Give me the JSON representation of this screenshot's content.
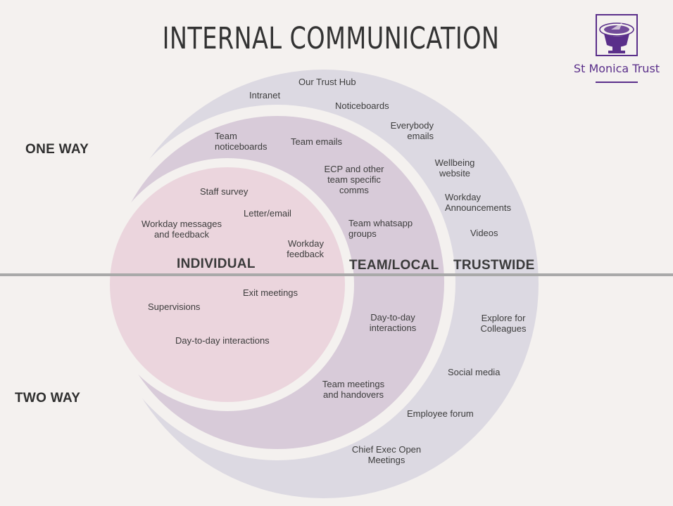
{
  "title": "INTERNAL COMMUNICATION",
  "side_labels": {
    "one_way": "ONE WAY",
    "two_way": "TWO WAY"
  },
  "zones": {
    "individual": "INDIVIDUAL",
    "team_local": "TEAM/LOCAL",
    "trustwide": "TRUSTWIDE"
  },
  "brand": {
    "name": "St Monica Trust",
    "logo_icon": "sundial-logo-icon",
    "color": "#5a2f8a"
  },
  "colors": {
    "background": "#f4f1ef",
    "trustwide_ring": "#dcd9e2",
    "team_ring": "#d8cbd9",
    "individual_circle": "#ebd5dd",
    "divider": "#a9a9a9",
    "gap": "#f4f1ef"
  },
  "items": {
    "our_trust_hub": "Our Trust Hub",
    "intranet": "Intranet",
    "noticeboards": "Noticeboards",
    "everybody_emails": [
      "Everybody",
      "emails"
    ],
    "team_noticeboards": [
      "Team",
      "noticeboards"
    ],
    "team_emails": "Team emails",
    "wellbeing_website": [
      "Wellbeing",
      "website"
    ],
    "ecp_comms": [
      "ECP and other",
      "team specific",
      "comms"
    ],
    "workday_announcements": [
      "Workday",
      "Announcements"
    ],
    "staff_survey": "Staff survey",
    "letter_email": "Letter/email",
    "workday_messages": [
      "Workday messages",
      "and feedback"
    ],
    "team_whatsapp": [
      "Team whatsapp",
      "groups"
    ],
    "videos": "Videos",
    "workday_feedback": [
      "Workday",
      "feedback"
    ],
    "exit_meetings": "Exit meetings",
    "supervisions": "Supervisions",
    "team_day_to_day": [
      "Day-to-day",
      "interactions"
    ],
    "explore_colleagues": [
      "Explore for",
      "Colleagues"
    ],
    "individual_day_to_day": "Day-to-day interactions",
    "social_media": "Social media",
    "team_meetings": [
      "Team meetings",
      "and handovers"
    ],
    "employee_forum": "Employee forum",
    "chief_exec": [
      "Chief Exec Open",
      "Meetings"
    ]
  }
}
